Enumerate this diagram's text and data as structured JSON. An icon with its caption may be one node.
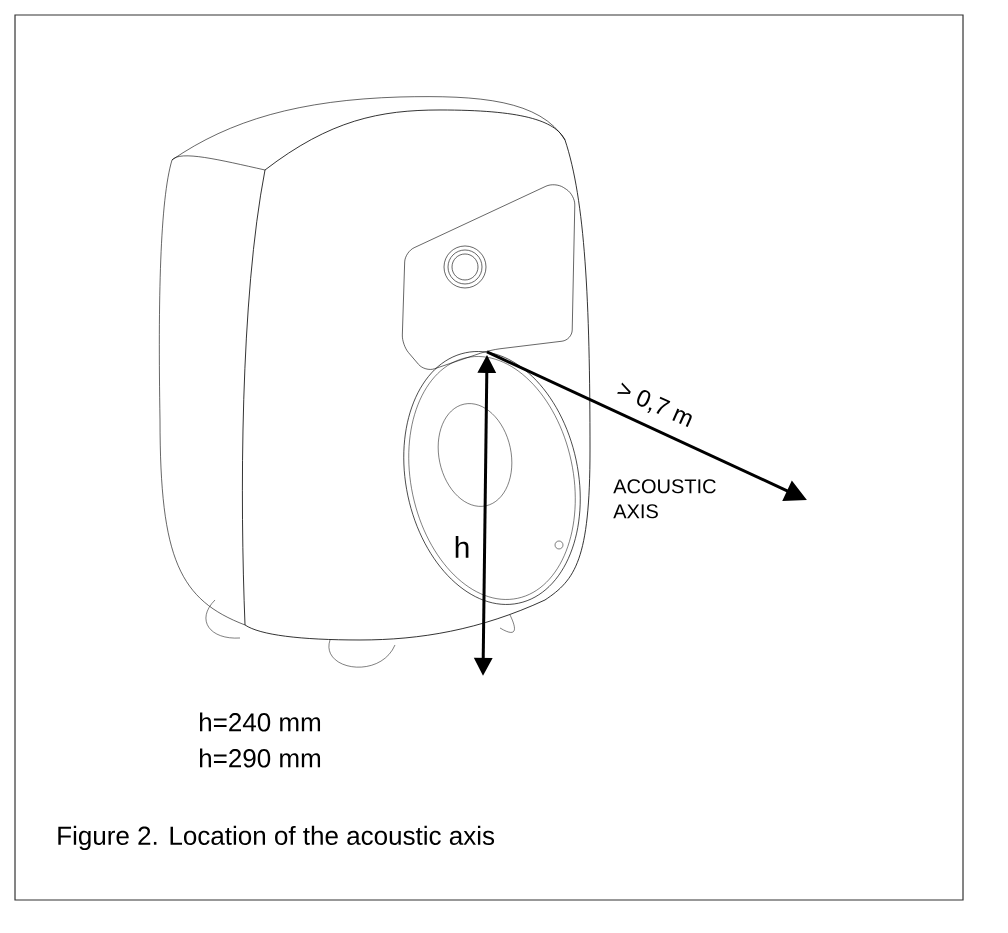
{
  "diagram": {
    "caption": "Figure 2. Location of the acoustic axis",
    "labels": [
      "> 0,7 m",
      "ACOUSTIC AXIS",
      "h",
      "h=240 mm",
      "h=290 mm"
    ]
  }
}
